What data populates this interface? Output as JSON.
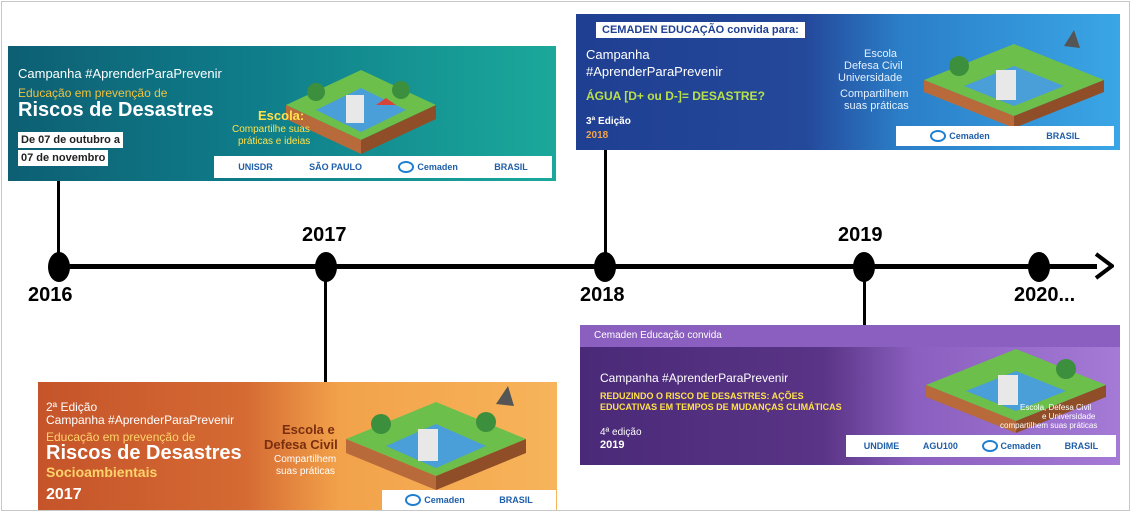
{
  "timeline": {
    "years": [
      "2016",
      "2017",
      "2018",
      "2019",
      "2020..."
    ]
  },
  "banner_2016": {
    "campaign": "Campanha #AprenderParaPrevenir",
    "subtitle": "Educação em prevenção de",
    "headline": "Riscos de Desastres",
    "date_line1": "De 07 de outubro a",
    "date_line2": "07 de novembro",
    "school_title": "Escola:",
    "school_text1": "Compartilhe suas",
    "school_text2": "práticas e ideias",
    "logos": [
      "UNISDR",
      "SÃO PAULO",
      "Cemaden",
      "BRASIL"
    ]
  },
  "banner_2017": {
    "edition": "2ª Edição",
    "campaign": "Campanha #AprenderParaPrevenir",
    "subtitle": "Educação em prevenção de",
    "headline": "Riscos de Desastres",
    "headline2": "Socioambientais",
    "year": "2017",
    "right_title1": "Escola e",
    "right_title2": "Defesa Civil",
    "right_text1": "Compartilhem",
    "right_text2": "suas práticas",
    "logos": [
      "Cemaden",
      "BRASIL"
    ]
  },
  "banner_2018": {
    "header": "CEMADEN EDUCAÇÃO convida para:",
    "campaign1": "Campanha",
    "campaign2": "#AprenderParaPrevenir",
    "theme": "ÁGUA [D+ ou D-]= DESASTRE?",
    "edition": "3ª Edição",
    "year": "2018",
    "right1": "Escola",
    "right2": "Defesa Civil",
    "right3": "Universidade",
    "right4": "Compartilhem",
    "right5": "suas práticas",
    "logos": [
      "Cemaden",
      "BRASIL"
    ]
  },
  "banner_2019": {
    "header": "Cemaden Educação convida",
    "campaign": "Campanha #AprenderParaPrevenir",
    "theme1": "REDUZINDO O RISCO DE DESASTRES: AÇÕES",
    "theme2": "EDUCATIVAS EM TEMPOS DE MUDANÇAS CLIMÁTICAS",
    "edition": "4ª edição",
    "year": "2019",
    "right1": "Escola, Defesa Civil",
    "right2": "e Universidade",
    "right3": "compartilhem suas práticas",
    "logos": [
      "UNDIME",
      "AGU100",
      "Cemaden",
      "BRASIL"
    ]
  },
  "colors": {
    "teal": "#0f6f80",
    "orange_dark": "#c5542a",
    "orange_light": "#f2a24a",
    "navy": "#24489a",
    "purple": "#5a3486",
    "purple_light": "#8a5fbf",
    "yellow": "#ffe14a",
    "green_text": "#b8e04a"
  }
}
